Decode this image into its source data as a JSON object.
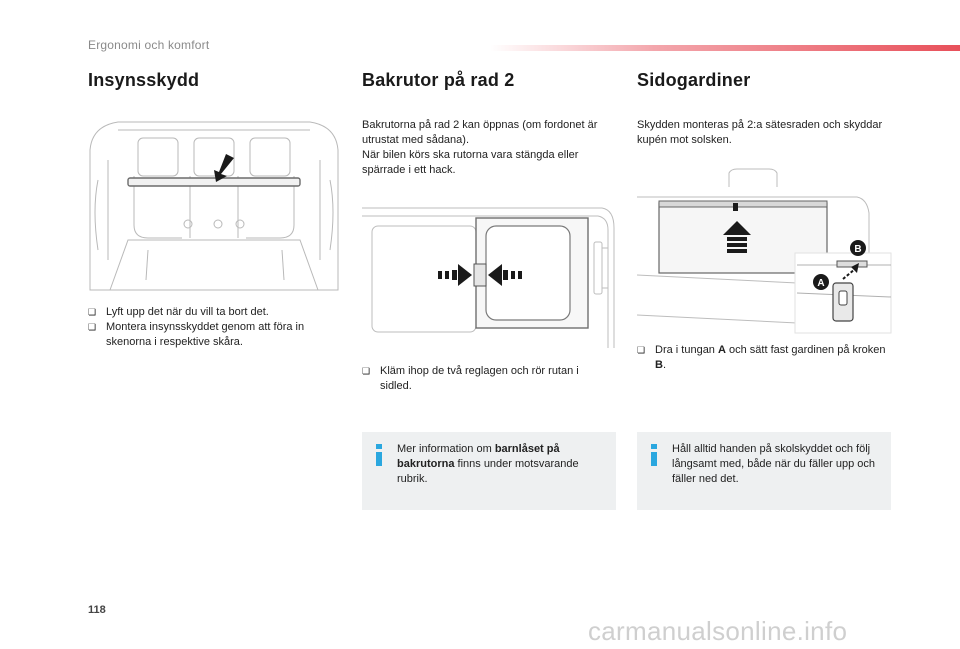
{
  "header": {
    "title": "Ergonomi och komfort"
  },
  "col1": {
    "heading": "Insynsskydd",
    "bullets": [
      "Lyft upp det när du vill ta bort det.",
      "Montera insynsskyddet genom att föra in skenorna i respektive skåra."
    ]
  },
  "col2": {
    "heading": "Bakrutor på rad 2",
    "intro": [
      "Bakrutorna på rad 2 kan öppnas (om fordonet är utrustat med sådana).",
      "När bilen körs ska rutorna vara stängda eller spärrade i ett hack."
    ],
    "bullet": "Kläm ihop de två reglagen och rör rutan i sidled.",
    "info": {
      "pre": "Mer information om ",
      "bold": "barnlåset på bakrutorna",
      "post": " finns under motsvarande rubrik."
    }
  },
  "col3": {
    "heading": "Sidogardiner",
    "intro": "Skydden monteras på 2:a sätesraden och skyddar kupén mot solsken.",
    "bullet": {
      "t1": "Dra i tungan ",
      "b1": "A",
      "t2": " och sätt fast gardinen på kroken ",
      "b2": "B",
      "t3": "."
    },
    "callout_a": "A",
    "callout_b": "B",
    "info": "Håll alltid handen på skolskyddet och följ långsamt med, både när du fäller upp och fäller ned det."
  },
  "page_number": "118",
  "watermark": "carmanualsonline.info",
  "colors": {
    "accent": "#e8505a",
    "info_icon": "#2aa7df",
    "info_bg": "#eef0f1"
  },
  "icons": [
    "bullet-square-icon",
    "info-icon",
    "arrow-down-icon",
    "arrow-up-icon",
    "arrow-right-icon",
    "arrow-left-icon"
  ]
}
